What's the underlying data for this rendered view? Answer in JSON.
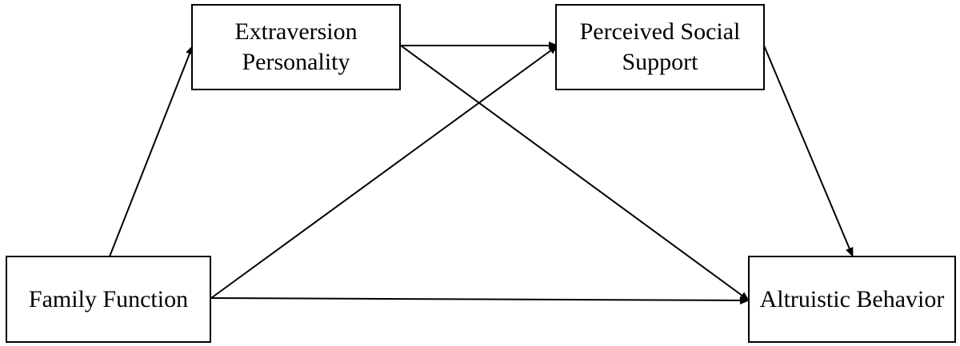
{
  "diagram": {
    "nodes": [
      {
        "id": "extraversion",
        "label": "Extraversion\nPersonality"
      },
      {
        "id": "support",
        "label": "Perceived Social\nSupport"
      },
      {
        "id": "family",
        "label": "Family Function"
      },
      {
        "id": "altruistic",
        "label": "Altruistic Behavior"
      }
    ],
    "edges": [
      {
        "from": "family",
        "to": "extraversion"
      },
      {
        "from": "family",
        "to": "support"
      },
      {
        "from": "family",
        "to": "altruistic"
      },
      {
        "from": "extraversion",
        "to": "support"
      },
      {
        "from": "extraversion",
        "to": "altruistic"
      },
      {
        "from": "support",
        "to": "altruistic"
      }
    ],
    "line_color": "#000000"
  }
}
